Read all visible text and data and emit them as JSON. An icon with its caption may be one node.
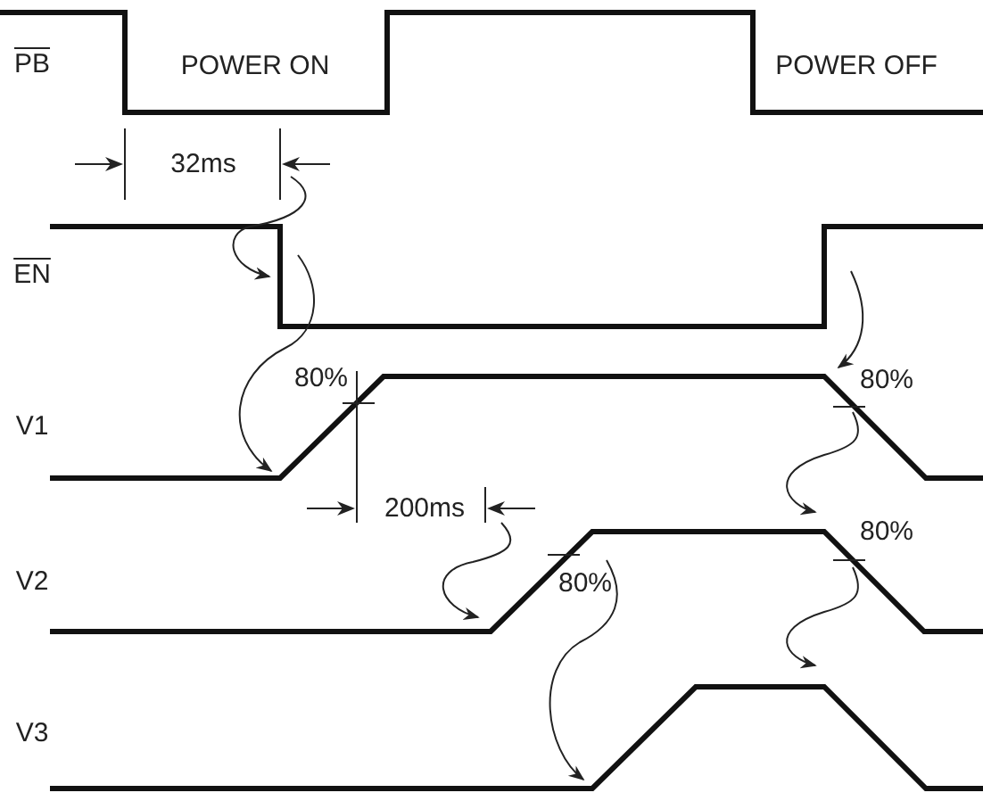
{
  "diagram": {
    "nodes": [
      {
        "text": [],
        "shape": "waveform"
      },
      {
        "text": [],
        "shape": "waveform",
        "beside": [
          "EN"
        ]
      },
      {
        "text": [],
        "shape": "waveform",
        "beside": [
          "V1"
        ]
      },
      {
        "text": [],
        "shape": "waveform",
        "beside": [
          "V2"
        ]
      },
      {
        "text": [],
        "shape": "waveform",
        "beside": [
          "V3"
        ]
      }
    ],
    "edges": [
      {
        "from": null,
        "to": 1,
        "arrow": "to"
      },
      {
        "from": 1,
        "to": 2,
        "arrow": "to"
      },
      {
        "from": null,
        "to": 3,
        "arrow": "to"
      },
      {
        "from": 3,
        "to": 4,
        "arrow": "to"
      },
      {
        "from": 1,
        "to": 2,
        "arrow": "to"
      },
      {
        "from": 2,
        "to": 3,
        "arrow": "to"
      },
      {
        "from": 3,
        "to": 4,
        "arrow": "to"
      }
    ],
    "labels": [
      "PB",
      "POWER ON",
      "POWER OFF",
      "32ms",
      "80%",
      "80%",
      "200ms",
      "80%",
      "80%"
    ]
  }
}
